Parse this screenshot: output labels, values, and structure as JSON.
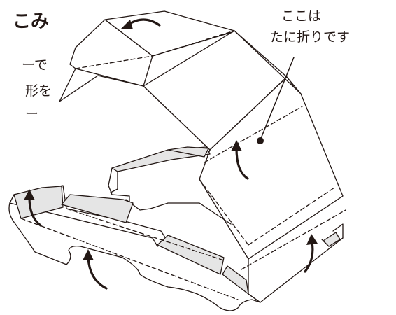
{
  "heading_text": "こみ",
  "side_fragments": [
    "ーで",
    "形を",
    "ー"
  ],
  "note": {
    "line1": "ここは",
    "line2": "たに折りです"
  },
  "colors": {
    "line": "#231815",
    "glue_flap_fill": "#e5e5e5",
    "background": "#ffffff"
  },
  "icons": [
    "curved-arrow-icon"
  ]
}
